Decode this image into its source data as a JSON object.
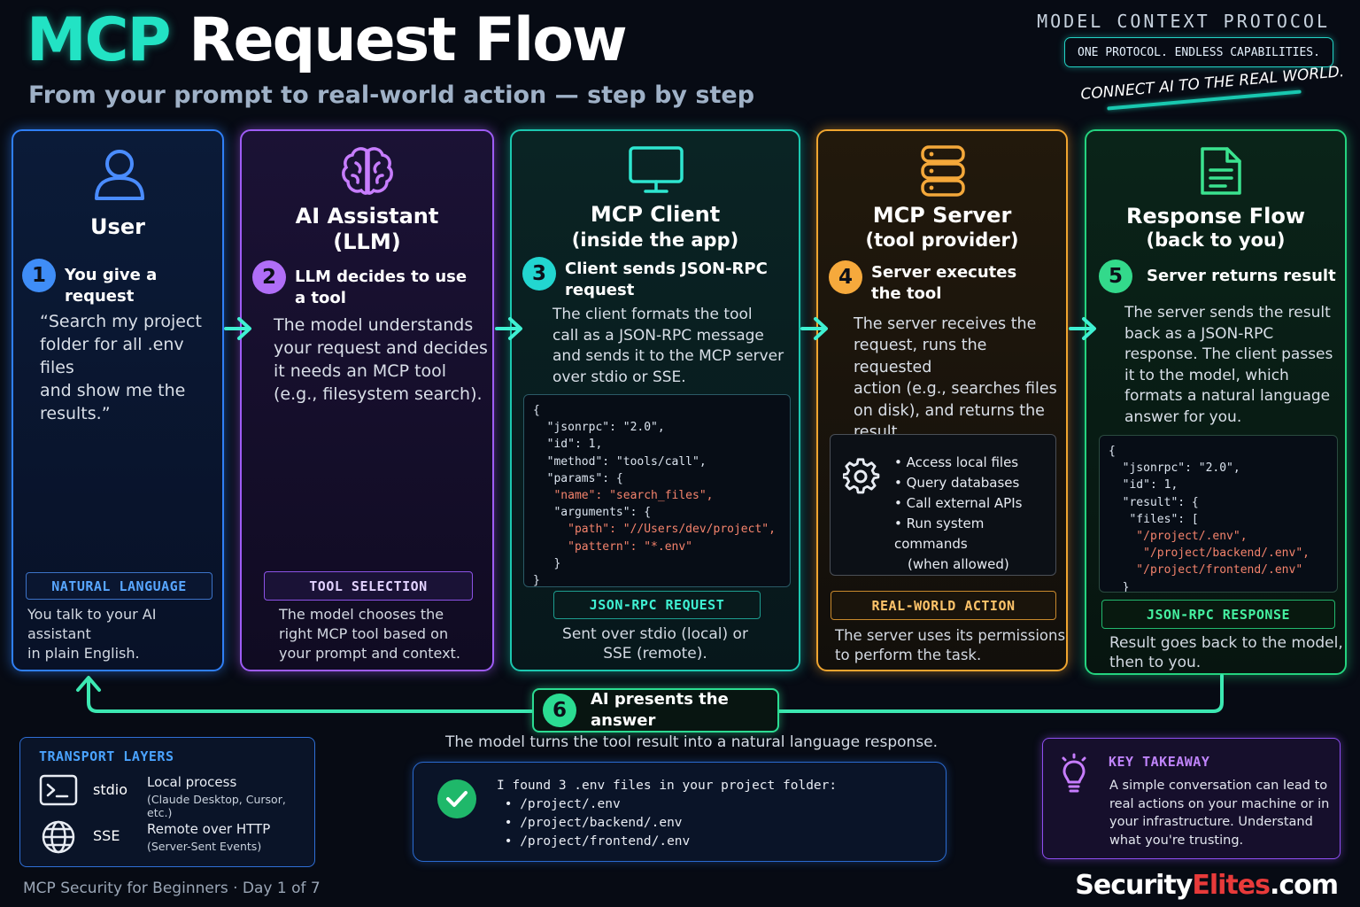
{
  "header": {
    "title_highlight": "MCP",
    "title_rest": "Request Flow",
    "subtitle": "From your prompt to real-world action — step by step"
  },
  "brand": {
    "top": "MODEL CONTEXT PROTOCOL",
    "pill": "ONE PROTOCOL. ENDLESS CAPABILITIES.",
    "handwritten": "CONNECT AI TO THE REAL WORLD."
  },
  "cards": [
    {
      "title": "User",
      "subtitle": "",
      "step_num": "1",
      "step_label": "You give a request",
      "body": [
        "“Search my project",
        "folder for all .env files",
        "and show me the",
        "results.”"
      ],
      "tag": "NATURAL LANGUAGE",
      "foot": [
        "You talk to your AI assistant",
        "in plain English."
      ],
      "icon": "user-icon",
      "color": "#2f7ff6"
    },
    {
      "title": "AI Assistant",
      "subtitle": "(LLM)",
      "step_num": "2",
      "step_label": [
        "LLM decides to use",
        "a tool"
      ],
      "body": [
        "The model understands",
        "your request and decides",
        "it needs an MCP  tool",
        "(e.g., filesystem search)."
      ],
      "tag": "TOOL SELECTION",
      "foot": [
        "The model chooses the",
        "right MCP tool based on",
        "your prompt and context."
      ],
      "icon": "brain-icon",
      "color": "#9e5cf5"
    },
    {
      "title": "MCP Client",
      "subtitle": "(inside the app)",
      "step_num": "3",
      "step_label": [
        "Client sends JSON-RPC",
        "request"
      ],
      "body": [
        "The client formats the tool",
        "call as a JSON-RPC message",
        "and sends it to the MCP server",
        "over stdio or SSE."
      ],
      "tag": "JSON-RPC REQUEST",
      "foot": [
        "Sent over stdio (local) or",
        "SSE (remote)."
      ],
      "icon": "monitor-icon",
      "color": "#1cc8b0"
    },
    {
      "title": "MCP Server",
      "subtitle": "(tool provider)",
      "step_num": "4",
      "step_label": [
        "Server executes",
        "the tool"
      ],
      "body": [
        "The server receives the",
        "request, runs the requested",
        "action (e.g., searches files",
        "on disk), and returns the",
        "result."
      ],
      "tag": "REAL-WORLD ACTION",
      "foot": [
        "The server uses its permissions",
        "to perform the task."
      ],
      "icon": "database-icon",
      "color": "#f0a52f",
      "capabilities": [
        "Access local files",
        "Query databases",
        "Call external APIs",
        "Run system commands",
        "(when allowed)"
      ]
    },
    {
      "title": "Response Flow",
      "subtitle": "(back to you)",
      "step_num": "5",
      "step_label": "Server returns result",
      "body": [
        "The server sends the result",
        "back as a JSON-RPC",
        "response. The client passes",
        "it to the model, which",
        "formats a natural language",
        "answer for you."
      ],
      "tag": "JSON-RPC RESPONSE",
      "foot": [
        "Result goes back to the model,",
        "then to you."
      ],
      "icon": "document-icon",
      "color": "#24d37f"
    }
  ],
  "request_code": [
    "{",
    "  \"jsonrpc\": \"2.0\",",
    "  \"id\": 1,",
    "  \"method\": \"tools/call\",",
    "  \"params\": {",
    "   \"name\": \"search_files\",",
    "   \"arguments\": {",
    "     \"path\": \"//Users/dev/project\",",
    "     \"pattern\": \"*.env\"",
    "   }",
    "}"
  ],
  "response_code": [
    "{",
    "  \"jsonrpc\": \"2.0\",",
    "  \"id\": 1,",
    "  \"result\": {",
    "   \"files\": [",
    "    \"/project/.env\",",
    "     \"/project/backend/.env\",",
    "    \"/project/frontend/.env\"",
    "  }"
  ],
  "step6": {
    "num": "6",
    "label": "AI presents the answer",
    "caption": "The model turns the tool result into a natural language response."
  },
  "answer": {
    "intro": "I found 3 .env files in your project folder:",
    "files": [
      "/project/.env",
      "/project/backend/.env",
      "/project/frontend/.env"
    ]
  },
  "transport": {
    "title": "TRANSPORT LAYERS",
    "rows": [
      {
        "name": "stdio",
        "desc": "Local process",
        "detail": "(Claude Desktop, Cursor, etc.)"
      },
      {
        "name": "SSE",
        "desc": "Remote over HTTP",
        "detail": "(Server-Sent Events)"
      }
    ]
  },
  "takeaway": {
    "title": "KEY TAKEAWAY",
    "lines": [
      "A simple conversation can lead to",
      "real actions on your machine or in",
      "your infrastructure. Understand",
      "what you're trusting."
    ]
  },
  "footer": {
    "left": "MCP Security for Beginners · Day 1 of 7",
    "logo_a": "Security",
    "logo_b": "Elites",
    "logo_c": ".com"
  }
}
